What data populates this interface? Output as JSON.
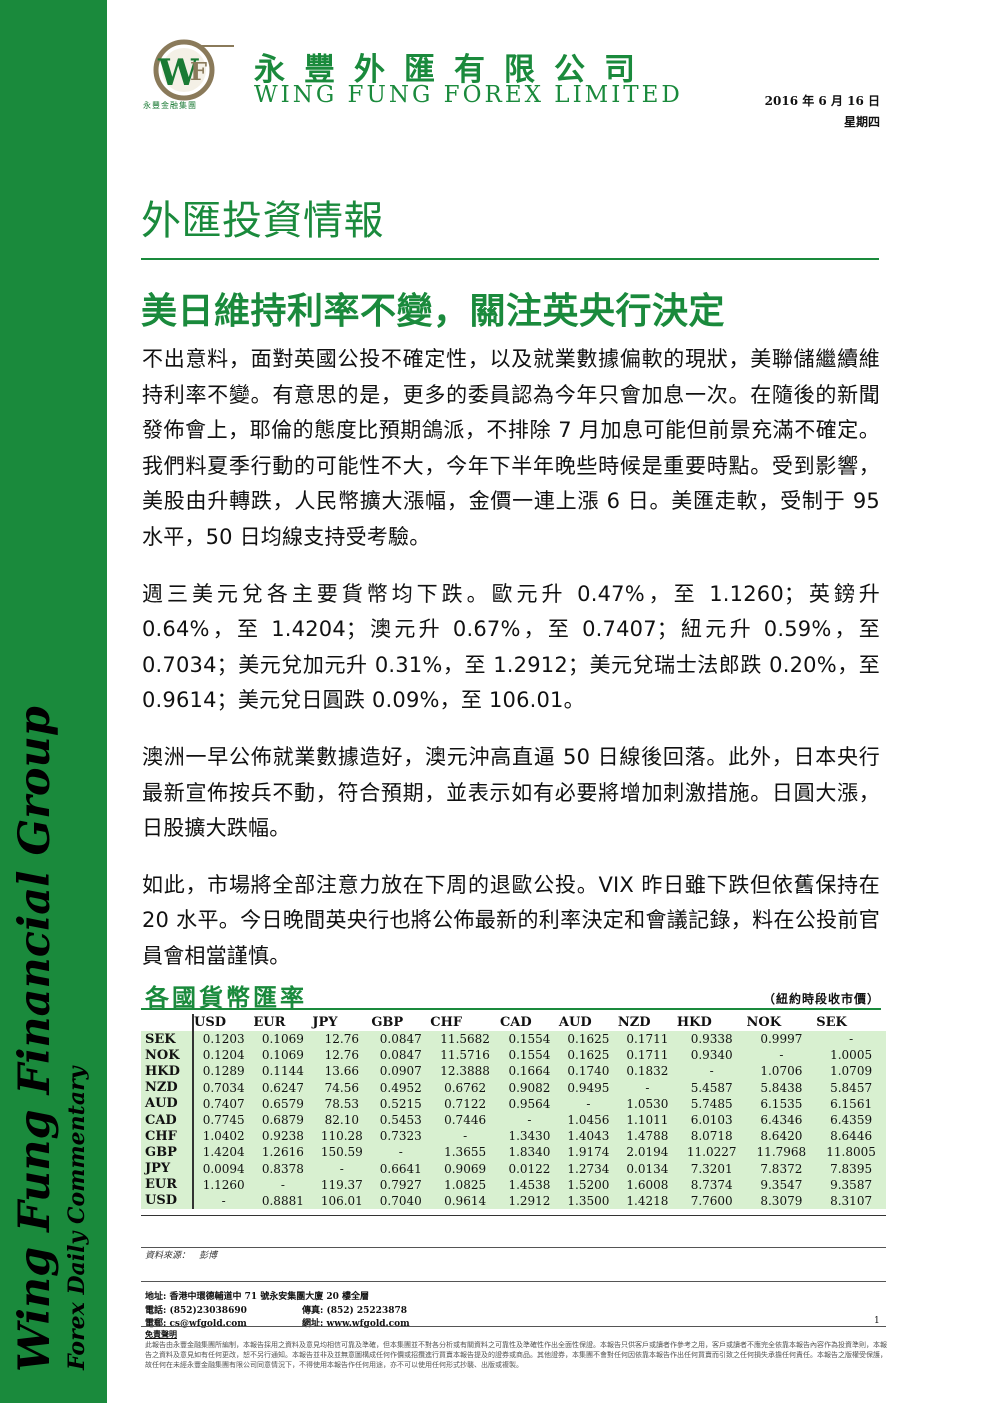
{
  "sidebar": {
    "brand": "Wing Fung Financial Group",
    "subtitle": "Forex Daily Commentary"
  },
  "header": {
    "logo_tag": "永豐金融集團",
    "company_cn": "永豐外匯有限公司",
    "company_en": "WING FUNG FOREX LIMITED",
    "date": "2016 年 6 月 16 日",
    "weekday": "星期四"
  },
  "report_title": "外匯投資情報",
  "headline": "美日維持利率不變，關注英央行決定",
  "paragraphs": [
    "不出意料，面對英國公投不確定性，以及就業數據偏軟的現狀，美聯儲繼續維持利率不變。有意思的是，更多的委員認為今年只會加息一次。在隨後的新聞發佈會上，耶倫的態度比預期鴿派，不排除 7 月加息可能但前景充滿不確定。我們料夏季行動的可能性不大，今年下半年晚些時候是重要時點。受到影響，美股由升轉跌，人民幣擴大漲幅，金價一連上漲 6 日。美匯走軟，受制于 95 水平，50 日均線支持受考驗。",
    "週三美元兌各主要貨幣均下跌。歐元升 0.47%，至 1.1260；英鎊升 0.64%，至 1.4204；澳元升 0.67%，至 0.7407；紐元升 0.59%，至 0.7034；美元兌加元升 0.31%，至 1.2912；美元兌瑞士法郎跌 0.20%，至 0.9614；美元兌日圓跌 0.09%，至 106.01。",
    "澳洲一早公佈就業數據造好，澳元沖高直逼 50 日線後回落。此外，日本央行最新宣佈按兵不動，符合預期，並表示如有必要將增加刺激措施。日圓大漲，日股擴大跌幅。",
    "如此，市場將全部注意力放在下周的退歐公投。VIX 昨日雖下跌但依舊保持在 20 水平。今日晚間英央行也將公佈最新的利率決定和會議記錄，料在公投前官員會相當謹慎。"
  ],
  "rates": {
    "title": "各國貨幣匯率",
    "note": "（紐約時段收市價）",
    "columns": [
      "USD",
      "EUR",
      "JPY",
      "GBP",
      "CHF",
      "CAD",
      "AUD",
      "NZD",
      "HKD",
      "NOK",
      "SEK"
    ],
    "rows": [
      {
        "currency": "SEK",
        "values": [
          "0.1203",
          "0.1069",
          "12.76",
          "0.0847",
          "11.5682",
          "0.1554",
          "0.1625",
          "0.1711",
          "0.9338",
          "0.9997",
          "-"
        ]
      },
      {
        "currency": "NOK",
        "values": [
          "0.1204",
          "0.1069",
          "12.76",
          "0.0847",
          "11.5716",
          "0.1554",
          "0.1625",
          "0.1711",
          "0.9340",
          "-",
          "1.0005"
        ]
      },
      {
        "currency": "HKD",
        "values": [
          "0.1289",
          "0.1144",
          "13.66",
          "0.0907",
          "12.3888",
          "0.1664",
          "0.1740",
          "0.1832",
          "-",
          "1.0706",
          "1.0709"
        ]
      },
      {
        "currency": "NZD",
        "values": [
          "0.7034",
          "0.6247",
          "74.56",
          "0.4952",
          "0.6762",
          "0.9082",
          "0.9495",
          "-",
          "5.4587",
          "5.8438",
          "5.8457"
        ]
      },
      {
        "currency": "AUD",
        "values": [
          "0.7407",
          "0.6579",
          "78.53",
          "0.5215",
          "0.7122",
          "0.9564",
          "-",
          "1.0530",
          "5.7485",
          "6.1535",
          "6.1561"
        ]
      },
      {
        "currency": "CAD",
        "values": [
          "0.7745",
          "0.6879",
          "82.10",
          "0.5453",
          "0.7446",
          "-",
          "1.0456",
          "1.1011",
          "6.0103",
          "6.4346",
          "6.4359"
        ]
      },
      {
        "currency": "CHF",
        "values": [
          "1.0402",
          "0.9238",
          "110.28",
          "0.7323",
          "-",
          "1.3430",
          "1.4043",
          "1.4788",
          "8.0718",
          "8.6420",
          "8.6446"
        ]
      },
      {
        "currency": "GBP",
        "values": [
          "1.4204",
          "1.2616",
          "150.59",
          "-",
          "1.3655",
          "1.8340",
          "1.9174",
          "2.0194",
          "11.0227",
          "11.7968",
          "11.8005"
        ]
      },
      {
        "currency": "JPY",
        "values": [
          "0.0094",
          "0.8378",
          "-",
          "0.6641",
          "0.9069",
          "0.0122",
          "1.2734",
          "0.0134",
          "7.3201",
          "7.8372",
          "7.8395"
        ]
      },
      {
        "currency": "EUR",
        "values": [
          "1.1260",
          "-",
          "119.37",
          "0.7927",
          "1.0825",
          "1.4538",
          "1.5200",
          "1.6008",
          "8.7374",
          "9.3547",
          "9.3587"
        ]
      },
      {
        "currency": "USD",
        "values": [
          "-",
          "0.8881",
          "106.01",
          "0.7040",
          "0.9614",
          "1.2912",
          "1.3500",
          "1.4218",
          "7.7600",
          "8.3079",
          "8.3107"
        ]
      }
    ]
  },
  "footer": {
    "source": "資料來源：　彭博",
    "address": "地址: 香港中環德輔道中 71 號永安集團大廈 20 樓全層",
    "phone": "電話: (852)23038690",
    "fax": "傳真: (852) 25223878",
    "email": "電郵: cs@wfgold.com",
    "web": "網址: www.wfgold.com",
    "page": "1",
    "disclaimer_title": "免責聲明",
    "disclaimer": "此報告由永豐金融集團所編制，本報告採用之資料及意見均相信可靠及準確，但本集團並不對各分析或有關資料之可靠性及準確性作出全面性保證。本報告只供客戶或讀者作參考之用，客戶或讀者不應完全依靠本報告內容作為投資準則，本報告之資料及意見如有任何更改，恕不另行通知。本報告並非及並無意圖構成任何作價或招攬進行買賣本報告提及的證券或商品。其他證券，本集團不會對任何因依靠本報告作出任何買賣而引致之任何損失承擔任何責任。本報告之版權受保護，故任何在未經永豐金融集團有限公司同意情況下，不得使用本報告作任何用途，亦不可以使用任何形式抄襲、出版或複製。"
  },
  "colors": {
    "brand_green": "#1a8a3c",
    "table_row_bg": "#d8f0d0"
  }
}
